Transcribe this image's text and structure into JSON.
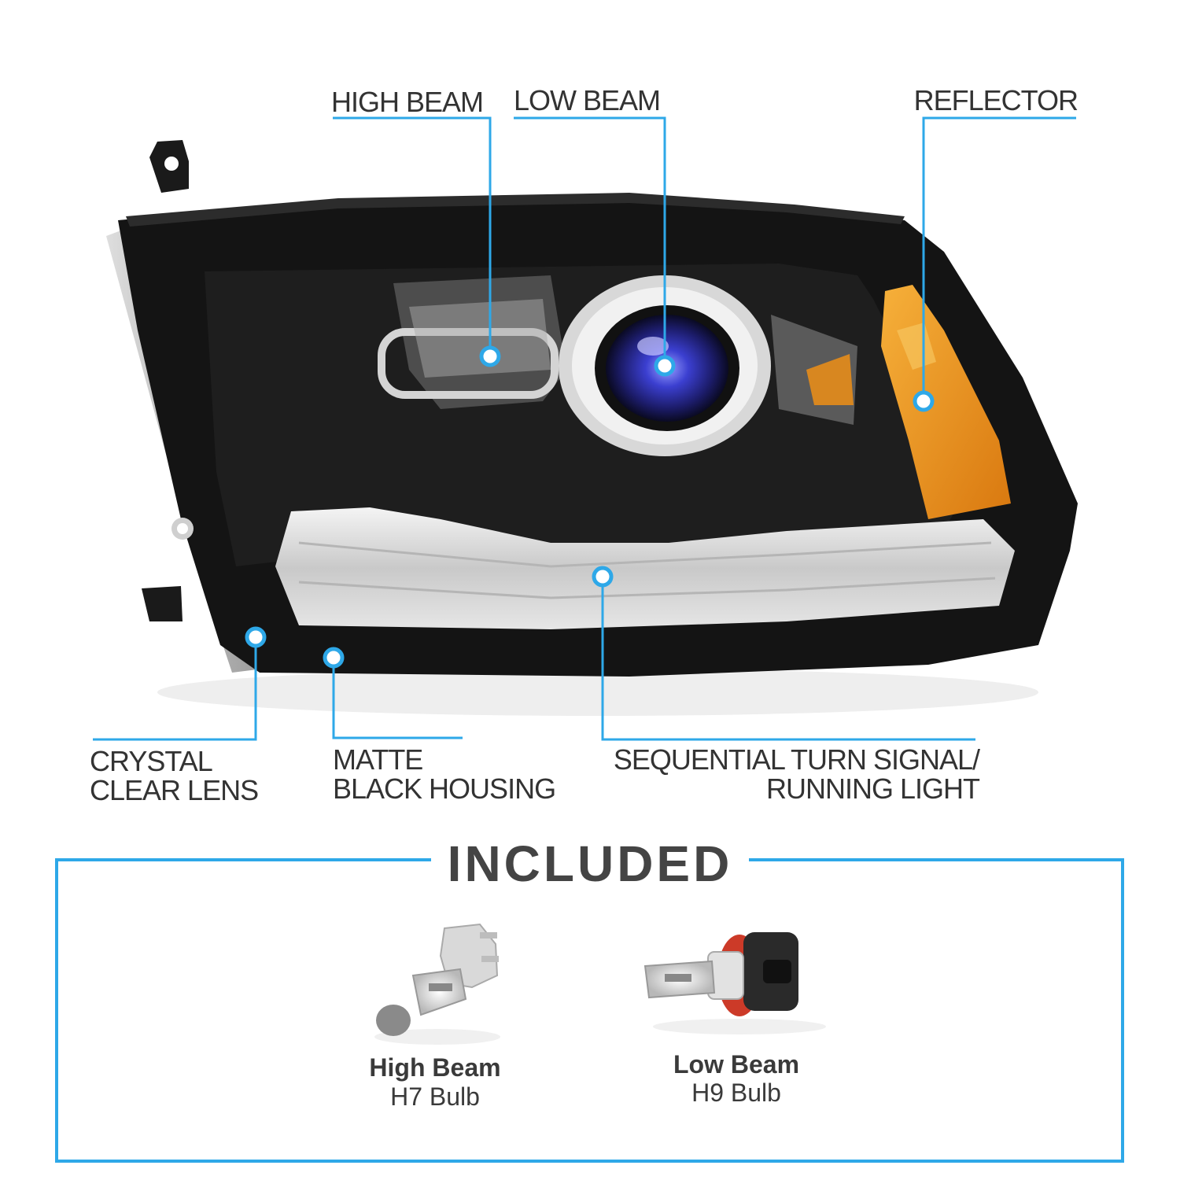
{
  "callouts": {
    "high_beam": "HIGH BEAM",
    "low_beam": "LOW BEAM",
    "reflector": "REFLECTOR",
    "crystal_lens": [
      "CRYSTAL",
      "CLEAR LENS"
    ],
    "housing": [
      "MATTE",
      "BLACK HOUSING"
    ],
    "turn_signal": [
      "SEQUENTIAL TURN SIGNAL/",
      "RUNNING LIGHT"
    ]
  },
  "included": {
    "title": "INCLUDED",
    "bulbs": [
      {
        "name": "High Beam",
        "type": "H7 Bulb"
      },
      {
        "name": "Low Beam",
        "type": "H9 Bulb"
      }
    ]
  },
  "colors": {
    "accent": "#2ea8e8",
    "text": "#333333",
    "housing": "#141414",
    "amber": "#e8901a",
    "lens_blue": "#2a2f9e"
  }
}
